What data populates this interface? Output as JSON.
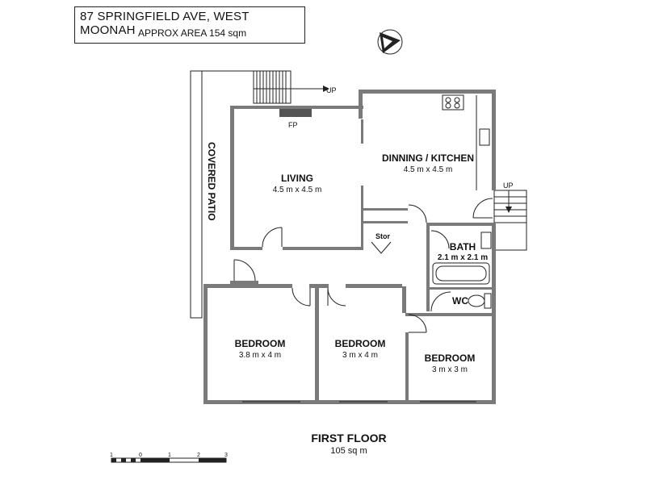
{
  "header": {
    "address": "87 SPRINGFIELD AVE, WEST MOONAH",
    "area": "APPROX AREA 154 sqm"
  },
  "rooms": {
    "living": {
      "name": "LIVING",
      "size": "4.5 m x 4.5 m"
    },
    "kitchen": {
      "name": "DINNING / KITCHEN",
      "size": "4.5 m x 4.5 m"
    },
    "bath": {
      "name": "BATH",
      "size": "2.1 m x 2.1 m"
    },
    "wc": {
      "name": "WC"
    },
    "stor": {
      "name": "Stor"
    },
    "fp": {
      "name": "FP"
    },
    "bedroom1": {
      "name": "BEDROOM",
      "size": "3.8 m x 4 m"
    },
    "bedroom2": {
      "name": "BEDROOM",
      "size": "3 m x 4 m"
    },
    "bedroom3": {
      "name": "BEDROOM",
      "size": "3 m x 3 m"
    },
    "patio": {
      "name": "COVERED PATIO"
    }
  },
  "stairs": {
    "up_top": "UP",
    "up_right": "UP"
  },
  "footer": {
    "floor": "FIRST FLOOR",
    "area": "105 sq m"
  },
  "scale": {
    "ticks": [
      "1",
      "0",
      "1",
      "2",
      "3"
    ]
  },
  "colors": {
    "wall": "#7a7a7a",
    "line": "#222222"
  }
}
